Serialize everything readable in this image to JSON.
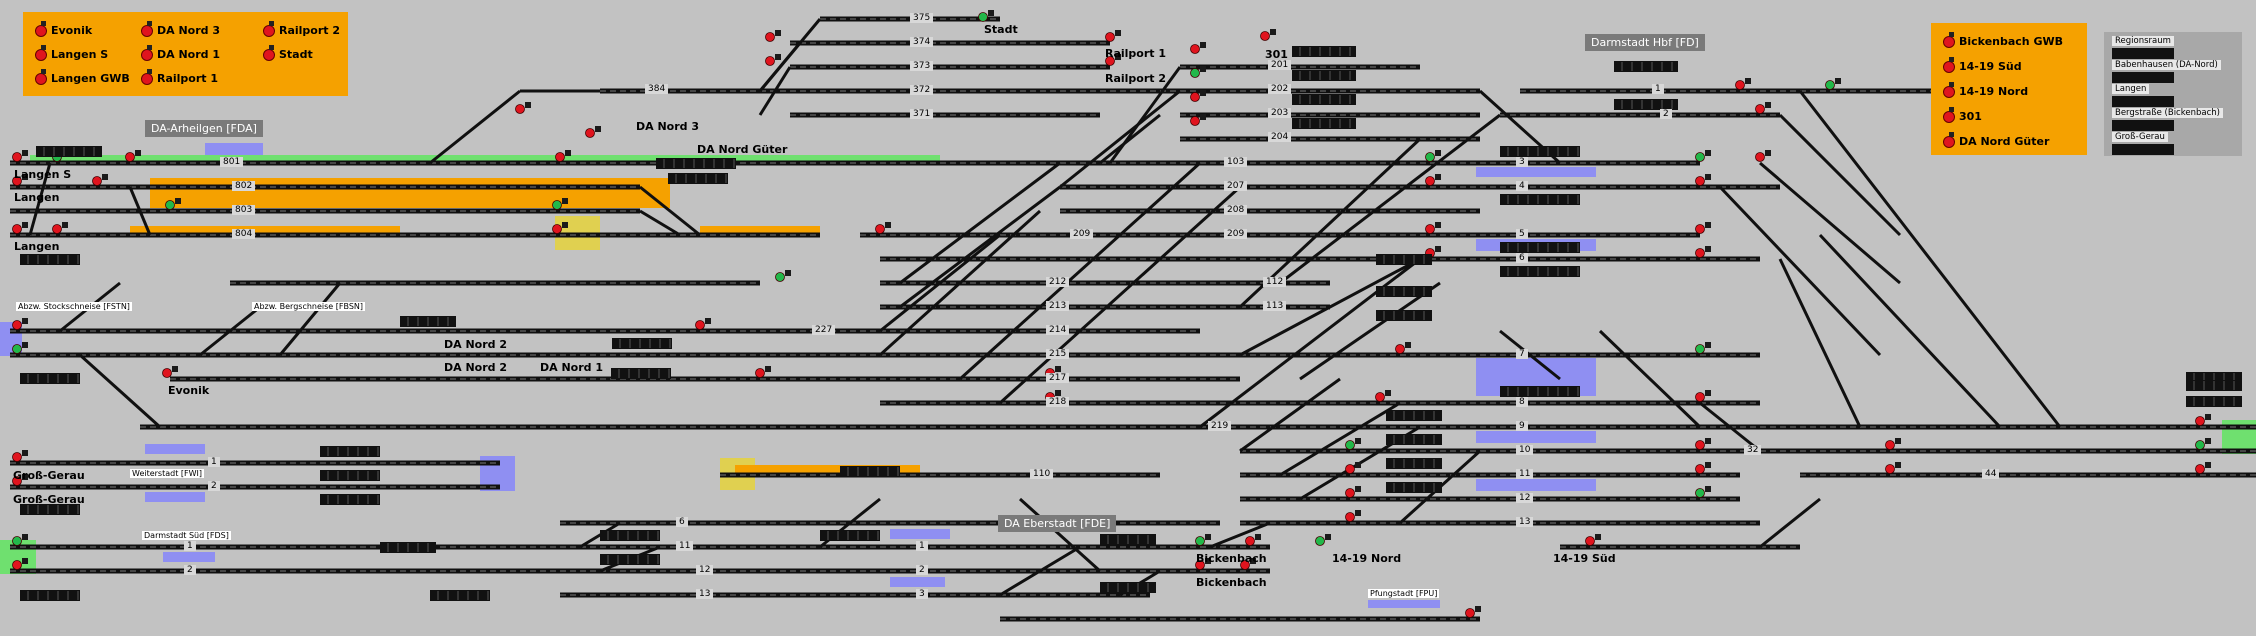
{
  "colors": {
    "background": "#c2c2c2",
    "track": "#101010",
    "track_center": "#7a7a7a",
    "route_green": "#6fe06f",
    "route_orange": "#f5a100",
    "occupied_blue": "#8f8ff2",
    "highlight_yellow": "#e0d050",
    "signal_red": "#e0141e",
    "signal_green": "#22b84a",
    "station_box": "#7a7a7a",
    "legend_bg": "#f5a100"
  },
  "legend_left": {
    "items": [
      "Evonik",
      "DA Nord 3",
      "Railport 2",
      "Langen S",
      "DA Nord 1",
      "Stadt",
      "Langen GWB",
      "Railport 1"
    ]
  },
  "legend_right": {
    "items": [
      "Bickenbach GWB",
      "14-19 Süd",
      "14-19 Nord",
      "301",
      "DA Nord Güter"
    ]
  },
  "status_panel": {
    "items": [
      "Regionsraum",
      "Babenhausen (DA-Nord)",
      "Langen",
      "Bergstraße (Bickenbach)",
      "Groß-Gerau"
    ]
  },
  "stations": {
    "arheilgen": "DA-Arheilgen [FDA]",
    "hbf": "Darmstadt Hbf [FD]",
    "eberstadt": "DA Eberstadt [FDE]",
    "stockschneise": "Abzw. Stockschneise [FSTN]",
    "bergschneise": "Abzw. Bergschneise [FBSN]",
    "weiterstadt": "Weiterstadt [FWI]",
    "darmstadt_sued": "Darmstadt Süd [FDS]",
    "pfungstadt": "Pfungstadt [FPU]"
  },
  "destinations": {
    "langen_s": "Langen S",
    "langen_1": "Langen",
    "langen_2": "Langen",
    "evonik": "Evonik",
    "gross_gerau_1": "Groß-Gerau",
    "gross_gerau_2": "Groß-Gerau",
    "da_nord_3": "DA Nord 3",
    "da_nord_gueter": "DA Nord Güter",
    "da_nord_2a": "DA Nord 2",
    "da_nord_2b": "DA Nord 2",
    "da_nord_1": "DA Nord 1",
    "stadt": "Stadt",
    "railport_1": "Railport 1",
    "railport_2": "Railport 2",
    "nr301": "301",
    "nord_14_19": "14-19 Nord",
    "sued_14_19": "14-19 Süd",
    "bickenbach_1": "Bickenbach",
    "bickenbach_2": "Bickenbach"
  },
  "tracks": {
    "t801": "801",
    "t802": "802",
    "t803": "803",
    "t804": "804",
    "t384": "384",
    "t375": "375",
    "t374": "374",
    "t373": "373",
    "t372": "372",
    "t371": "371",
    "t201": "201",
    "t202": "202",
    "t203": "203",
    "t204": "204",
    "t103": "103",
    "t207": "207",
    "t208": "208",
    "t209a": "209",
    "t209b": "209",
    "t212": "212",
    "t213": "213",
    "t214": "214",
    "t215": "215",
    "t217": "217",
    "t218": "218",
    "t219": "219",
    "t112": "112",
    "t113": "113",
    "t227": "227",
    "t110": "110",
    "h1": "1",
    "h2": "2",
    "h3": "3",
    "h4": "4",
    "h5": "5",
    "h6": "6",
    "h7": "7",
    "h8": "8",
    "h9": "9",
    "h10": "10",
    "h11": "11",
    "h12": "12",
    "h13": "13",
    "e6": "6",
    "e11": "11",
    "e12": "12",
    "e13": "13",
    "e1": "1",
    "e2": "2",
    "e3": "3",
    "s1": "1",
    "s2": "2",
    "w1": "1",
    "w2": "2",
    "t32": "32",
    "t44": "44"
  }
}
